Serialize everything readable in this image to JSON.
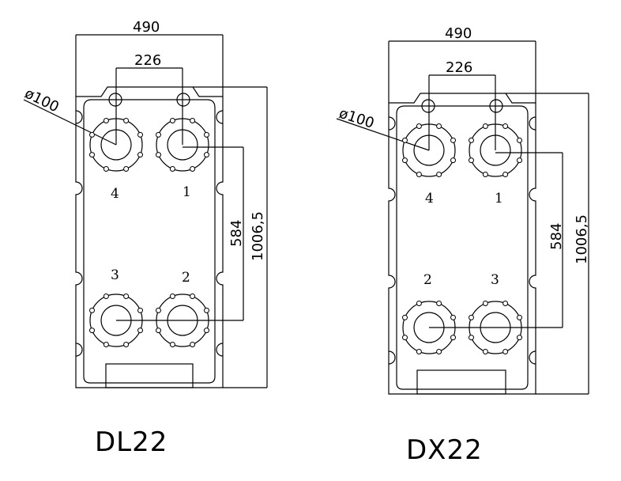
{
  "plates": [
    {
      "model": "DL22",
      "width": "490",
      "port_spacing": "226",
      "port_diameter": "ø100",
      "port_center_distance": "584",
      "overall_height": "1006,5",
      "port_labels": [
        "4",
        "1",
        "3",
        "2"
      ]
    },
    {
      "model": "DX22",
      "width": "490",
      "port_spacing": "226",
      "port_diameter": "ø100",
      "port_center_distance": "584",
      "overall_height": "1006,5",
      "port_labels": [
        "4",
        "1",
        "2",
        "3"
      ]
    }
  ]
}
